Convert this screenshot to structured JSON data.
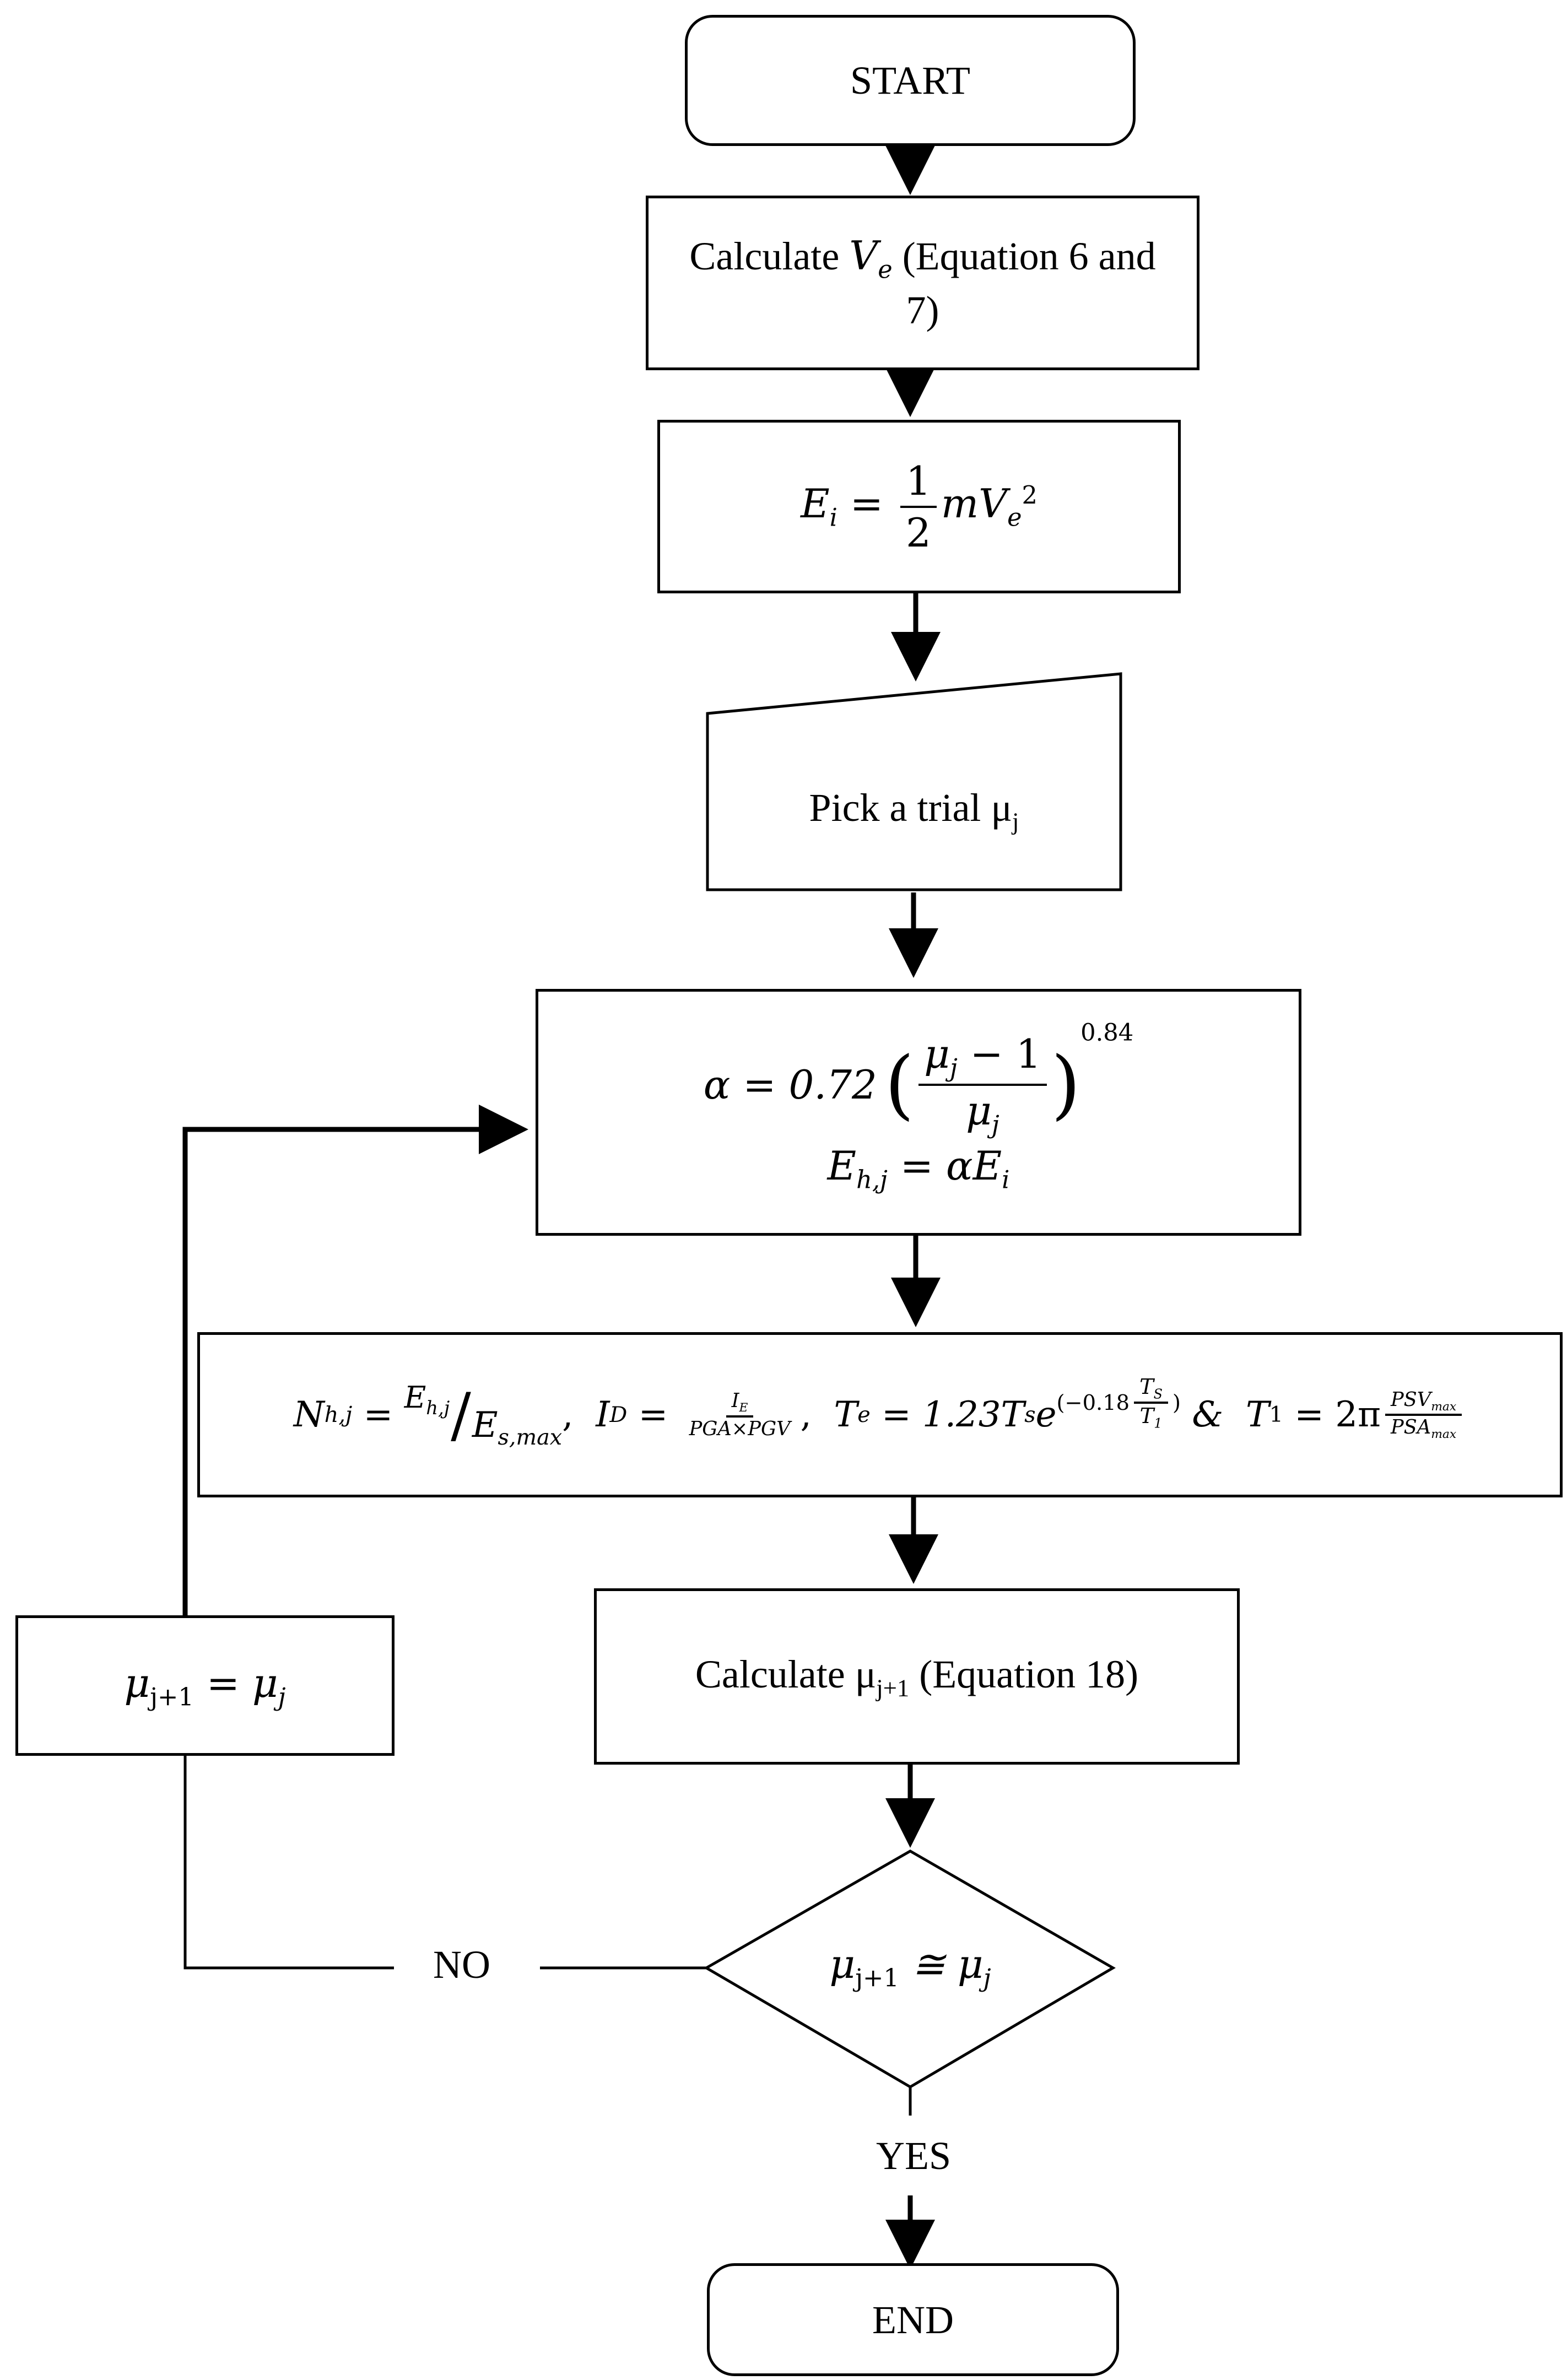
{
  "start": "START",
  "step_ve": {
    "prefix": "Calculate ",
    "sym": "V",
    "sub": "e",
    "suffix_line1": " (Equation 6 and",
    "suffix_line2": "7)"
  },
  "step_ei": {
    "lhs": "E",
    "lhs_sub": "i",
    "eq": " = ",
    "num": "1",
    "den": "2",
    "rhs": "mV",
    "rhs_sub": "e",
    "rhs_sup": "2"
  },
  "step_trial": "Pick a trial μ",
  "step_trial_sub": "j",
  "step_alpha": {
    "line1": {
      "lhs": "α = 0.72",
      "num": "μ",
      "num_sub": "j",
      "num_rest": " − 1",
      "den": "μ",
      "den_sub": "j",
      "exp": "0.84"
    },
    "line2": {
      "lhs": "E",
      "lhs_sub": "h,j",
      "rest": " = αE",
      "rest_sub": "i"
    }
  },
  "step_params": {
    "n_lhs": "N",
    "n_sub": "h,j",
    "n_num": "E",
    "n_num_sub": "h,j",
    "n_den": "E",
    "n_den_sub": "s,max",
    "id_lhs": "I",
    "id_sub": "D",
    "id_num": "I",
    "id_num_sub": "E",
    "id_den": "PGA×PGV",
    "te_lhs": "T",
    "te_sub": "e",
    "te_rhs": "1.23T",
    "te_rhs_sub": "s",
    "te_exp_pre": "(−0.18",
    "te_exp_num": "T",
    "te_exp_num_sub": "S",
    "te_exp_den": "T",
    "te_exp_den_sub": "1",
    "te_exp_post": ")",
    "amp": "&",
    "t1_lhs": "T",
    "t1_sub": "1",
    "t1_rhs": "2π",
    "t1_num": "PSV",
    "t1_num_sub": "max",
    "t1_den": "PSA",
    "t1_den_sub": "max"
  },
  "step_next": {
    "prefix": "Calculate μ",
    "sub": "j+1",
    "suffix": " (Equation 18)"
  },
  "update": {
    "lhs": "μ",
    "lhs_sub": "j+1",
    "rhs": " = μ",
    "rhs_sub": "j"
  },
  "decision": {
    "lhs": "μ",
    "lhs_sub": "j+1",
    "rhs": " ≅ μ",
    "rhs_sub": "j"
  },
  "no_label": "NO",
  "yes_label": "YES",
  "end": "END"
}
